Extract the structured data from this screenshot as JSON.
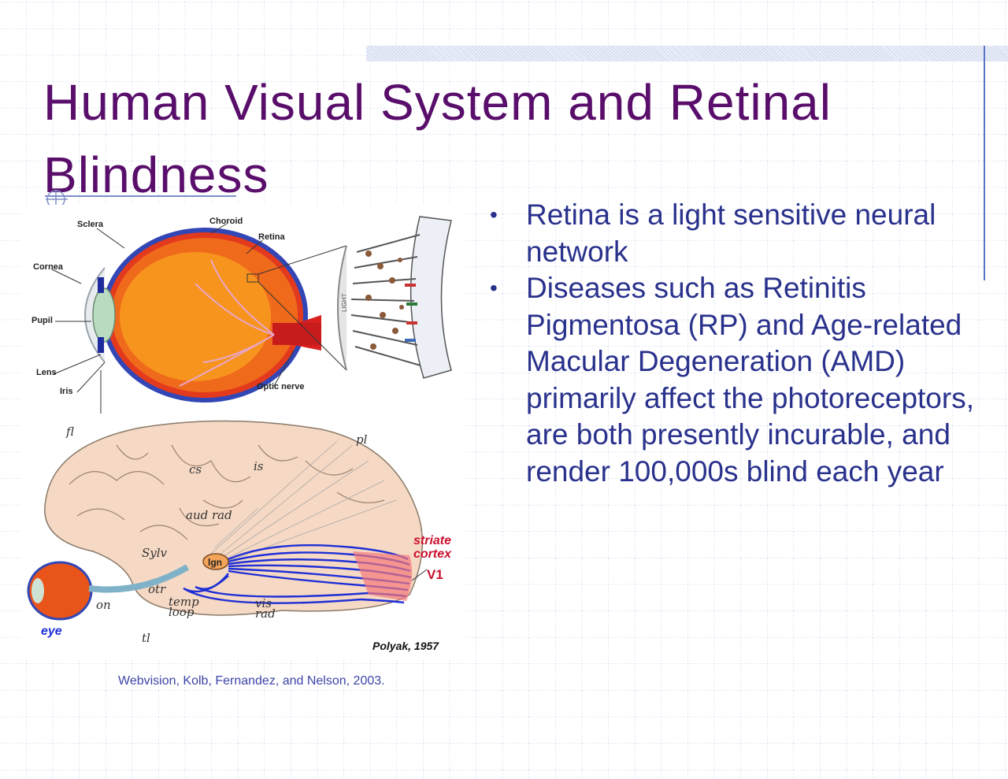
{
  "slide": {
    "title": "Human Visual System and Retinal Blindness",
    "bullets": [
      "Retina is a light sensitive neural network",
      "Diseases such as Retinitis Pigmentosa (RP) and Age-related Macular Degeneration (AMD) primarily affect the photoreceptors, are both presently incurable, and render 100,000s blind each year"
    ],
    "caption": "Webvision, Kolb, Fernandez, and Nelson, 2003.",
    "colors": {
      "title": "#5a0e6b",
      "body": "#29318c",
      "accent": "#5b74c8"
    }
  },
  "eye_figure": {
    "labels": {
      "sclera": "Sclera",
      "choroid": "Choroid",
      "retina": "Retina",
      "cornea": "Cornea",
      "pupil": "Pupil",
      "lens": "Lens",
      "iris": "Iris",
      "optic_nerve": "Optic nerve",
      "light": "LIGHT"
    }
  },
  "brain_figure": {
    "labels": {
      "fl": "fl",
      "pl": "pl",
      "cs": "cs",
      "is": "is",
      "aud_rad": "aud rad",
      "sylv": "Sylv",
      "lgn": "lgn",
      "otr": "otr",
      "on": "on",
      "temp_loop": "temp loop",
      "vis_rad": "vis rad",
      "tl": "tl",
      "eye": "eye",
      "striate_cortex": "striate cortex",
      "v1": "V1",
      "credit": "Polyak, 1957"
    }
  }
}
